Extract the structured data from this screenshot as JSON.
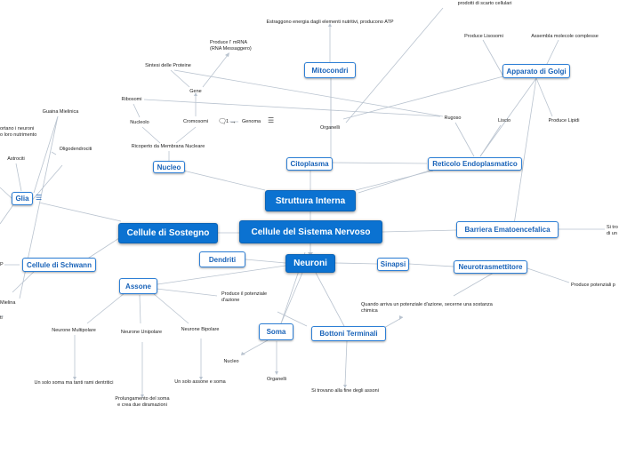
{
  "central": "Cellule del Sistema Nervoso",
  "nodes": {
    "struttura": "Struttura Interna",
    "sostegno": "Cellule di Sostegno",
    "neuroni": "Neuroni",
    "dendriti": "Dendriti",
    "mitocondri": "Mitocondri",
    "citoplasma": "Citoplasma",
    "nucleo": "Nucleo",
    "golgi": "Apparato di Golgi",
    "reticolo": "Reticolo Endoplasmatico",
    "barriera": "Barriera Ematoencefalica",
    "sinapsi": "Sinapsi",
    "neurotrasmettitore": "Neurotrasmettitore",
    "glia": "Glia",
    "schwann": "Cellule di Schwann",
    "assone": "Assone",
    "soma": "Soma",
    "bottoni": "Bottoni Terminali"
  },
  "labels": {
    "scarto": "prodotti di scarto cellulari",
    "estraggono": "Estraggono energia dagli elementi nutritivi, producono ATP",
    "mrna_1": "Produce l' mRNA",
    "mrna_2": "(RNA Messaggero)",
    "sintesi": "Sintesi delle Proteine",
    "gene": "Gene",
    "ribosomi": "Ribosomi",
    "nucleolo": "Nucleolo",
    "cromosomi": "Cromosomi",
    "genoma": "Genoma",
    "genoma_count": "1",
    "rivestimento": "Ricoperto da Membrana Nucleare",
    "organelli": "Organelli",
    "lisosomi": "Produce Lisosomi",
    "assembla": "Assembla molecole complesse",
    "rugoso": "Rugoso",
    "liscio": "Liscio",
    "lipidi": "Produce Lipidi",
    "barriera_side_1": "Si tro",
    "barriera_side_2": "di un",
    "potenziali": "Produce potenziali p",
    "guaina": "Guaina Mielinica",
    "portano_1": "ortano i neuroni",
    "portano_2": "o loro nutrimento",
    "oligo": "Oligodendrociti",
    "astrociti": "Astrociti",
    "p_cut": "P",
    "mielina_cut": "Mielina",
    "ti_cut": "ti",
    "potenziale_1": "Produce il potenziale",
    "potenziale_2": "d'azione",
    "multipolare": "Neurone Multipolare",
    "unipolare": "Neurone Unipolare",
    "bipolare": "Neurone Bipolare",
    "multi_desc": "Un solo soma ma tanti rami dentritici",
    "uni_desc_1": "Prolungamento del soma",
    "uni_desc_2": "e crea due diramazioni",
    "bi_desc": "Un solo assone e soma",
    "soma_nucleo": "Nucleo",
    "soma_organelli": "Organelli",
    "bottoni_desc": "Si trovano alla fine degli assoni",
    "quando_1": "Quando arriva un potenziale d'azione, secerne una sostanza",
    "quando_2": "chimica"
  },
  "icons": {
    "notes": "notes-icon",
    "comment": "comment-icon",
    "connector": "connector-arrow-icon"
  },
  "colors": {
    "main_fill": "#0b72d1",
    "sub_border": "#2d7fd6",
    "sub_text": "#1862b8",
    "line": "#b9c3cf"
  }
}
